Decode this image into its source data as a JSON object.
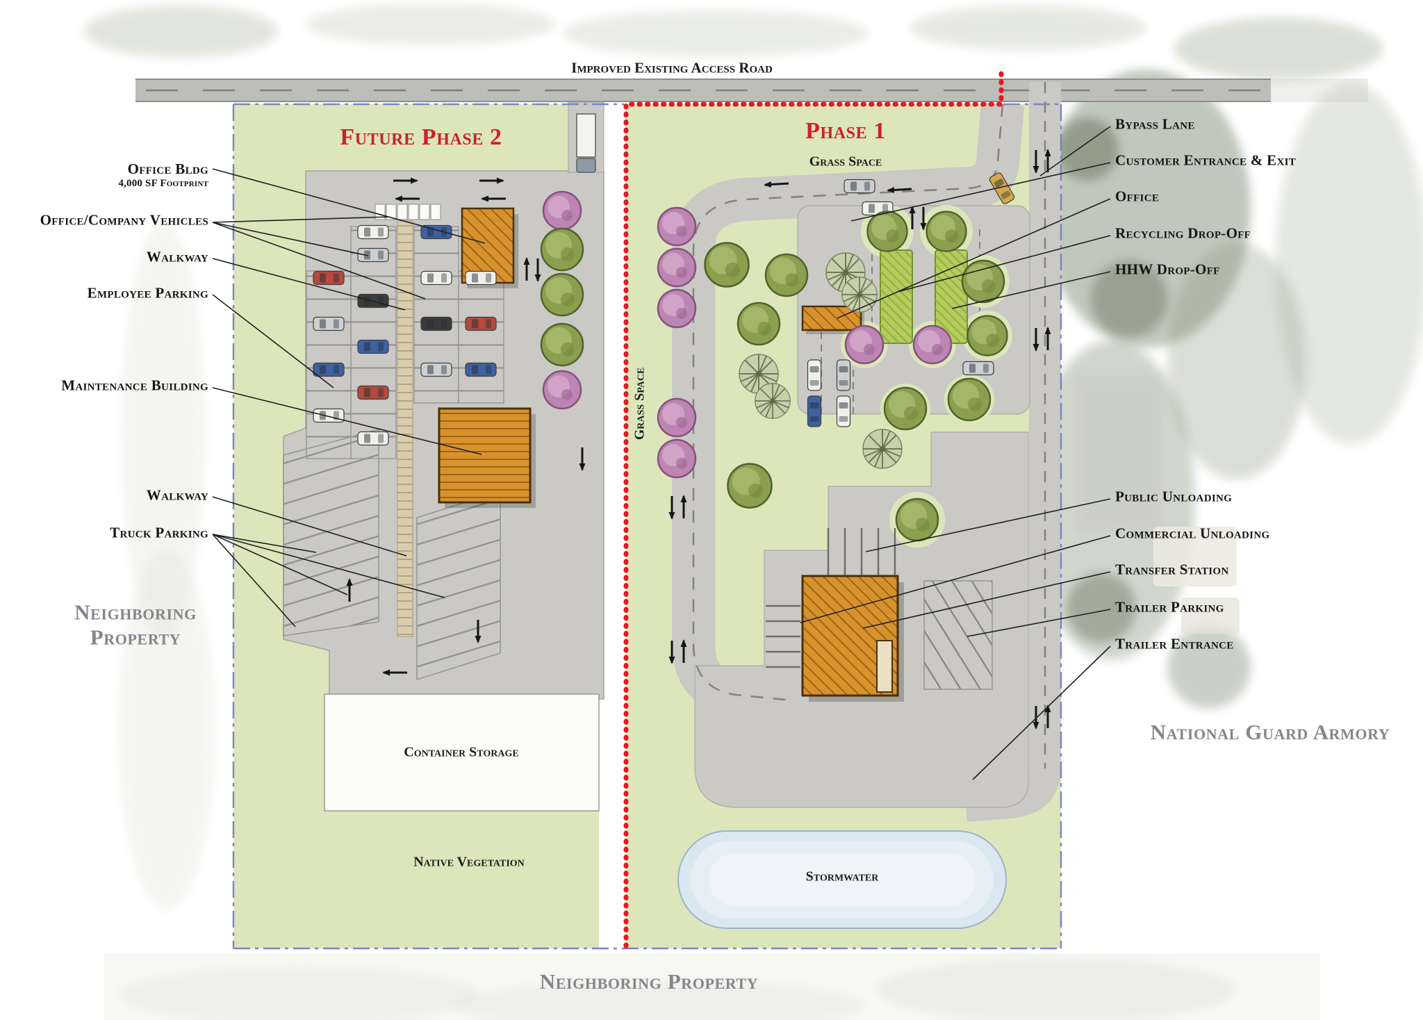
{
  "road": {
    "label": "Improved Existing Access Road"
  },
  "phase2": {
    "title": "Future Phase 2",
    "callouts": {
      "office_bldg": "Office Bldg",
      "office_bldg_sub": "4,000 SF Footprint",
      "office_company_vehicles": "Office/Company Vehicles",
      "walkway_upper": "Walkway",
      "employee_parking": "Employee Parking",
      "maintenance_building": "Maintenance Building",
      "walkway_lower": "Walkway",
      "truck_parking": "Truck Parking"
    },
    "areas": {
      "container_storage": "Container Storage",
      "native_vegetation": "Native Vegetation"
    }
  },
  "phase1": {
    "title": "Phase 1",
    "subtitle": "Grass Space",
    "median_label": "Grass Space",
    "callouts": {
      "bypass_lane": "Bypass Lane",
      "customer_entrance_exit": "Customer Entrance & Exit",
      "office": "Office",
      "recycling_drop_off": "Recycling Drop-Off",
      "hhw_drop_off": "HHW Drop-Off",
      "public_unloading": "Public Unloading",
      "commercial_unloading": "Commercial Unloading",
      "transfer_station": "Transfer Station",
      "trailer_parking": "Trailer Parking",
      "trailer_entrance": "Trailer Entrance"
    },
    "areas": {
      "stormwater": "Stormwater"
    }
  },
  "surroundings": {
    "neighboring_property_west_line1": "Neighboring",
    "neighboring_property_west_line2": "Property",
    "neighboring_property_south": "Neighboring Property",
    "national_guard_armory": "National Guard Armory"
  },
  "colors": {
    "phase_title": "#cd2027",
    "phase_boundary_line": "#e11b24",
    "property_boundary_line": "#7b85c4",
    "building_orange": "#d8922c",
    "grass_green": "#dde6ba",
    "pavement_gray": "#cac9c5",
    "stormwater_blue": "#d9e7f0",
    "recycling_bed_green": "#b6cc5e"
  }
}
